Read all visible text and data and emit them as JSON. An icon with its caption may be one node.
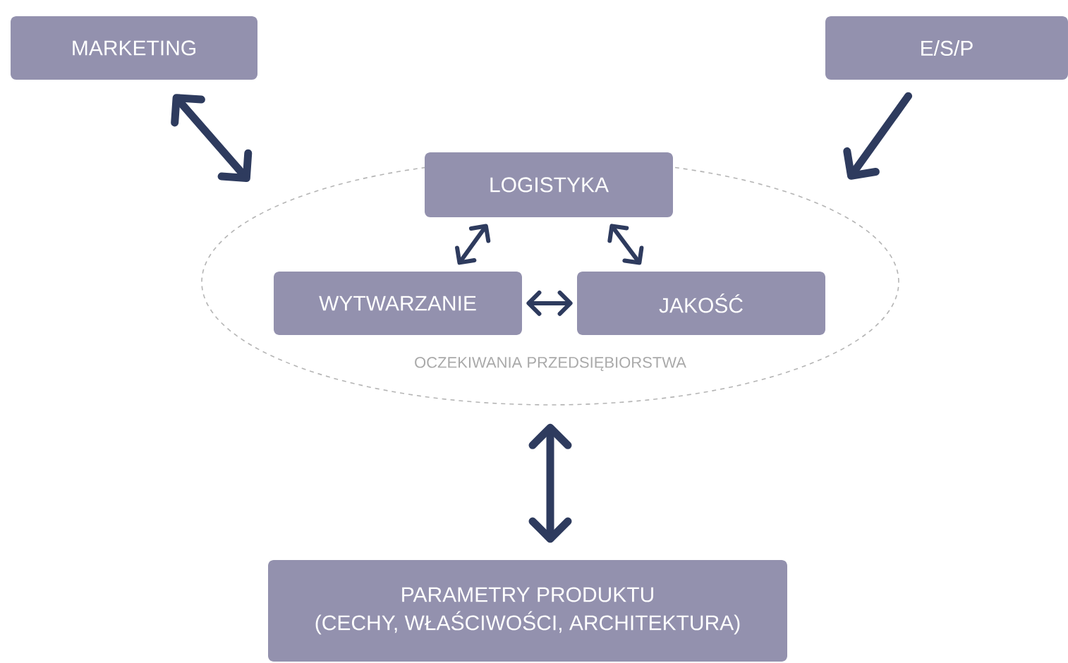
{
  "diagram": {
    "nodes": [
      {
        "text": [
          "MARKETING"
        ]
      },
      {
        "text": [
          "E/S/P"
        ]
      },
      {
        "text": [
          "OCZEKIWANIA PRZEDSIĘBIORSTWA"
        ]
      },
      {
        "text": [
          "LOGISTYKA"
        ],
        "in": 2
      },
      {
        "text": [
          "WYTWARZANIE"
        ],
        "in": 2
      },
      {
        "text": [
          "JAKOŚĆ"
        ],
        "in": 2
      },
      {
        "text": [
          "PARAMETRY PRODUKTU",
          "(CECHY, WŁAŚCIWOŚCI, ARCHITEKTURA)"
        ]
      }
    ],
    "edges": [
      {
        "from": 0,
        "to": 2,
        "arrow": "both",
        "style": "thick"
      },
      {
        "from": 1,
        "to": 2,
        "arrow": "to",
        "style": "thick"
      },
      {
        "from": 3,
        "to": 4,
        "arrow": "both"
      },
      {
        "from": 3,
        "to": 5,
        "arrow": "both"
      },
      {
        "from": 4,
        "to": 5,
        "arrow": "both"
      },
      {
        "from": 2,
        "to": 6,
        "arrow": "both",
        "style": "thick"
      }
    ]
  }
}
